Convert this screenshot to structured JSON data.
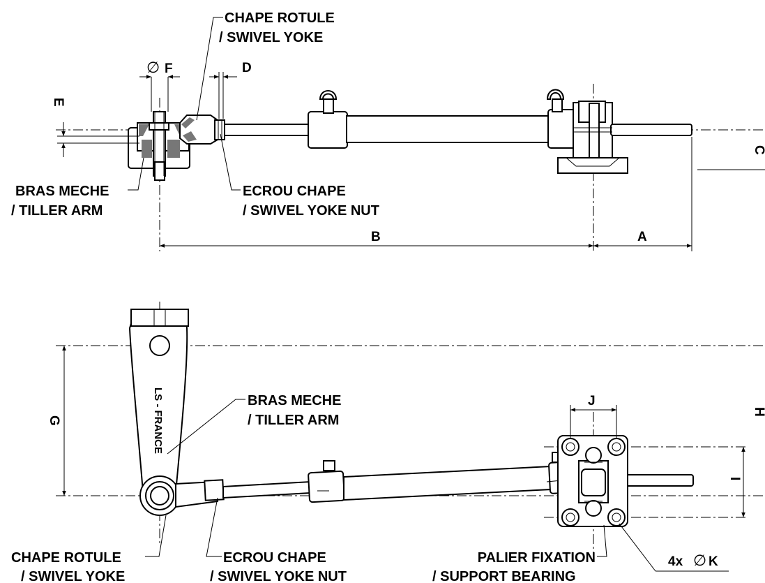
{
  "labels": {
    "top_yoke_fr": "CHAPE ROTULE",
    "top_yoke_en": "/ SWIVEL YOKE",
    "top_tiller_fr": "BRAS MECHE",
    "top_tiller_en": "/ TILLER ARM",
    "top_nut_fr": "ECROU CHAPE",
    "top_nut_en": "/ SWIVEL YOKE NUT",
    "bot_tiller_fr": "BRAS MECHE",
    "bot_tiller_en": "/ TILLER ARM",
    "bot_yoke_fr": "CHAPE ROTULE",
    "bot_yoke_en": "/ SWIVEL YOKE",
    "bot_nut_fr": "ECROU CHAPE",
    "bot_nut_en": "/ SWIVEL YOKE NUT",
    "bearing_fr": "PALIER FIXATION",
    "bearing_en": "/ SUPPORT BEARING",
    "arm_marking": "LS - FRANCE"
  },
  "dimensions": {
    "A": "A",
    "B": "B",
    "C": "C",
    "D": "D",
    "E": "E",
    "F": "F",
    "G": "G",
    "H": "H",
    "I": "I",
    "J": "J",
    "K_prefix": "4x",
    "K": "K",
    "diameter_symbol": "∅"
  }
}
